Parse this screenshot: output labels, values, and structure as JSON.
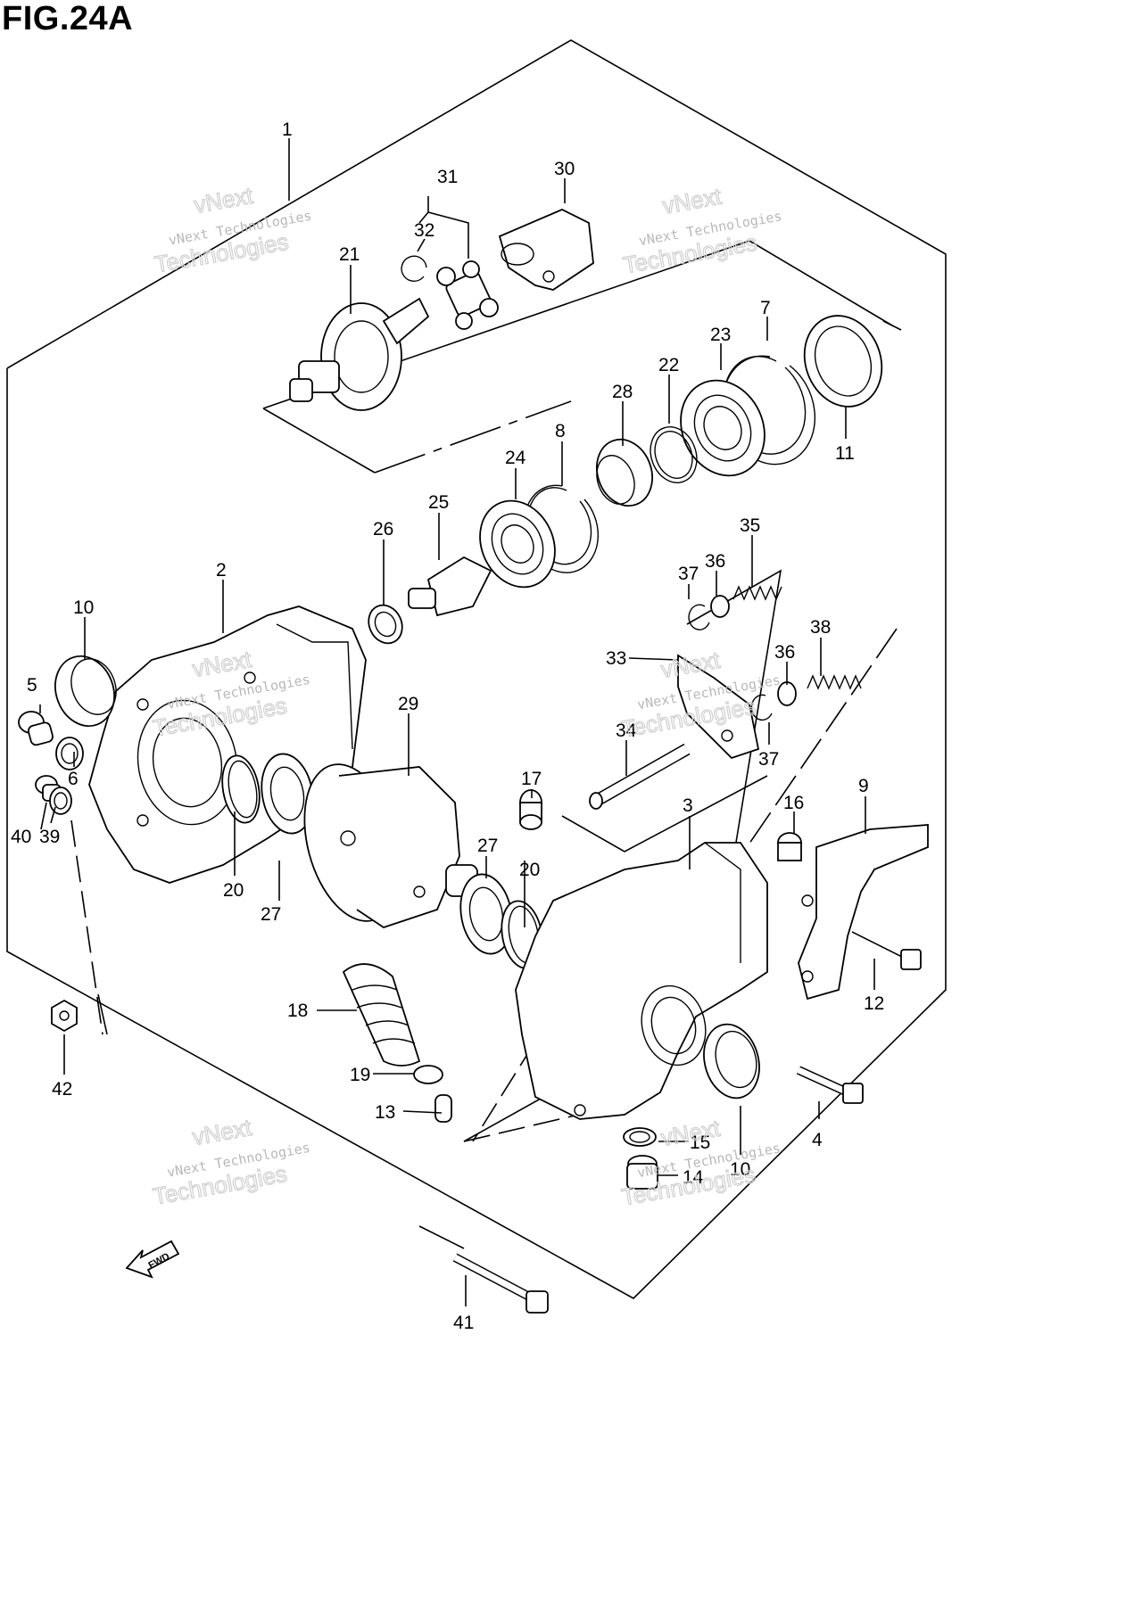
{
  "figure": {
    "title": "FIG.24A"
  },
  "watermark": {
    "small": "vNext Technologies",
    "big_1": "vNext",
    "big_2": "Technologies"
  },
  "fwd_arrow": {
    "label": "FWD",
    "icon": "fwd-arrow-icon"
  },
  "callouts": [
    {
      "id": "c1",
      "text": "1"
    },
    {
      "id": "c2",
      "text": "2"
    },
    {
      "id": "c3",
      "text": "3"
    },
    {
      "id": "c4",
      "text": "4"
    },
    {
      "id": "c5",
      "text": "5"
    },
    {
      "id": "c6",
      "text": "6"
    },
    {
      "id": "c7",
      "text": "7"
    },
    {
      "id": "c8",
      "text": "8"
    },
    {
      "id": "c9",
      "text": "9"
    },
    {
      "id": "c10a",
      "text": "10"
    },
    {
      "id": "c10b",
      "text": "10"
    },
    {
      "id": "c11",
      "text": "11"
    },
    {
      "id": "c12",
      "text": "12"
    },
    {
      "id": "c13",
      "text": "13"
    },
    {
      "id": "c14",
      "text": "14"
    },
    {
      "id": "c15",
      "text": "15"
    },
    {
      "id": "c16",
      "text": "16"
    },
    {
      "id": "c17",
      "text": "17"
    },
    {
      "id": "c18",
      "text": "18"
    },
    {
      "id": "c19",
      "text": "19"
    },
    {
      "id": "c20a",
      "text": "20"
    },
    {
      "id": "c20b",
      "text": "20"
    },
    {
      "id": "c21",
      "text": "21"
    },
    {
      "id": "c22",
      "text": "22"
    },
    {
      "id": "c23",
      "text": "23"
    },
    {
      "id": "c24",
      "text": "24"
    },
    {
      "id": "c25",
      "text": "25"
    },
    {
      "id": "c26",
      "text": "26"
    },
    {
      "id": "c27a",
      "text": "27"
    },
    {
      "id": "c27b",
      "text": "27"
    },
    {
      "id": "c28",
      "text": "28"
    },
    {
      "id": "c29",
      "text": "29"
    },
    {
      "id": "c30",
      "text": "30"
    },
    {
      "id": "c31",
      "text": "31"
    },
    {
      "id": "c32",
      "text": "32"
    },
    {
      "id": "c33",
      "text": "33"
    },
    {
      "id": "c34",
      "text": "34"
    },
    {
      "id": "c35",
      "text": "35"
    },
    {
      "id": "c36a",
      "text": "36"
    },
    {
      "id": "c36b",
      "text": "36"
    },
    {
      "id": "c37a",
      "text": "37"
    },
    {
      "id": "c37b",
      "text": "37"
    },
    {
      "id": "c38",
      "text": "38"
    },
    {
      "id": "c39",
      "text": "39"
    },
    {
      "id": "c40",
      "text": "40"
    },
    {
      "id": "c41",
      "text": "41"
    },
    {
      "id": "c42",
      "text": "42"
    }
  ]
}
